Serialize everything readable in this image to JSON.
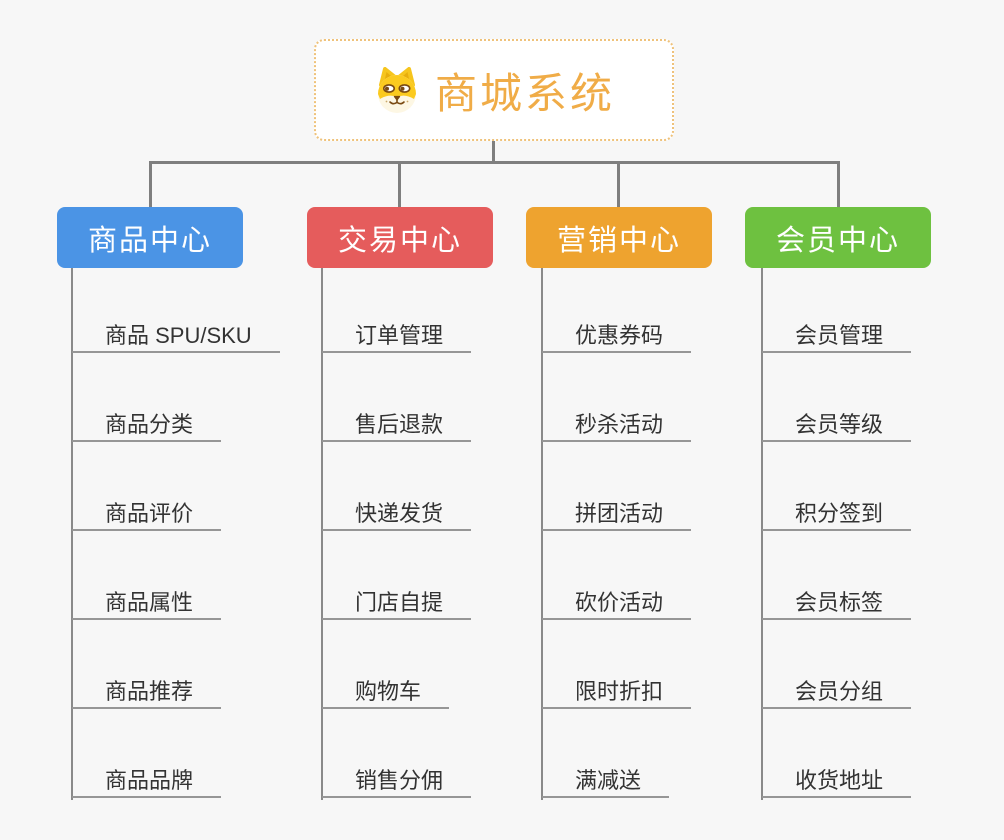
{
  "root": {
    "label": "商城系统",
    "icon": "doge-face-icon",
    "accent_color": "#f0ac47",
    "border_color": "#efc27b"
  },
  "branches": [
    {
      "label": "商品中心",
      "color": "#4b94e5",
      "items": [
        "商品 SPU/SKU",
        "商品分类",
        "商品评价",
        "商品属性",
        "商品推荐",
        "商品品牌"
      ]
    },
    {
      "label": "交易中心",
      "color": "#e55c5c",
      "items": [
        "订单管理",
        "售后退款",
        "快递发货",
        "门店自提",
        "购物车",
        "销售分佣"
      ]
    },
    {
      "label": "营销中心",
      "color": "#eea32f",
      "items": [
        "优惠券码",
        "秒杀活动",
        "拼团活动",
        "砍价活动",
        "限时折扣",
        "满减送"
      ]
    },
    {
      "label": "会员中心",
      "color": "#6ec140",
      "items": [
        "会员管理",
        "会员等级",
        "积分签到",
        "会员标签",
        "会员分组",
        "收货地址"
      ]
    }
  ],
  "connector_color": "#7f7f7f",
  "background_color": "#f7f7f7"
}
